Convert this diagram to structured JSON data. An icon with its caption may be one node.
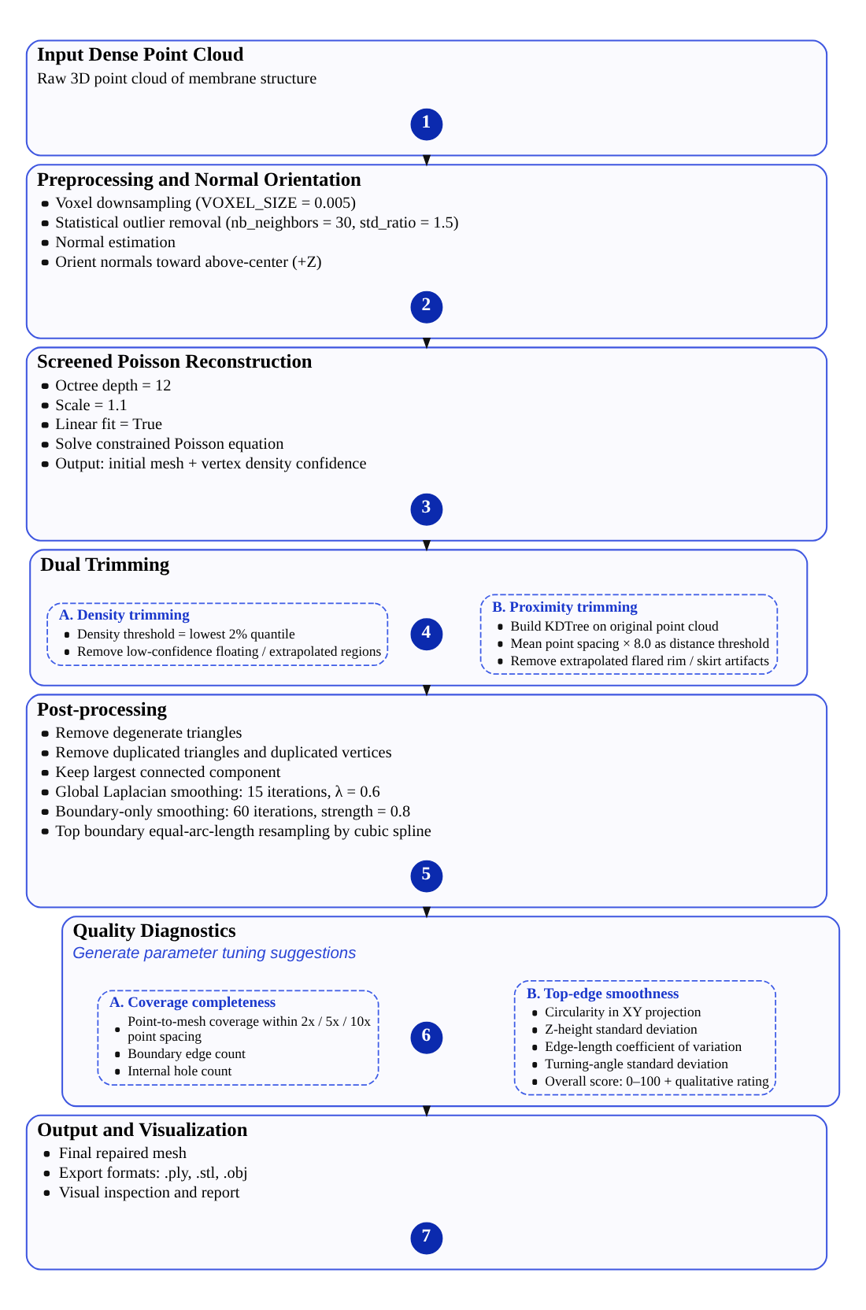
{
  "diagram": {
    "nodes": [
      {
        "text": [
          "Input Dense Point Cloud",
          "Raw 3D point cloud of membrane structure"
        ]
      },
      {
        "text": [
          "1"
        ],
        "in": 0
      },
      {
        "text": [
          "Preprocessing and Normal Orientation",
          "Voxel downsampling (VOXEL_SIZE = 0.005)",
          "Statistical outlier removal (nb_neighbors = 30, std_ratio = 1.5)",
          "Normal estimation",
          "Orient normals toward above-center (+Z)"
        ]
      },
      {
        "text": [
          "2"
        ],
        "in": 2
      },
      {
        "text": [
          "Screened Poisson Reconstruction",
          "Octree depth = 12",
          "Scale = 1.1",
          "Linear fit = True",
          "Solve constrained Poisson equation",
          "Output: initial mesh + vertex density confidence"
        ]
      },
      {
        "text": [
          "3"
        ],
        "in": 4
      },
      {
        "text": [
          "Dual Trimming"
        ]
      },
      {
        "text": [
          "4"
        ],
        "in": 6
      },
      {
        "text": [
          "A. Density trimming",
          "Density threshold = lowest 2% quantile",
          "Remove low-confidence floating / extrapolated regions"
        ],
        "in": 6
      },
      {
        "text": [
          "B. Proximity trimming",
          "Build KDTree on original point cloud",
          "Mean point spacing × 8.0 as distance threshold",
          "Remove extrapolated flared rim / skirt artifacts"
        ],
        "in": 6
      },
      {
        "text": [
          "Post-processing",
          "Remove degenerate triangles",
          "Remove duplicated triangles and duplicated vertices",
          "Keep largest connected component",
          "Global Laplacian smoothing: 15 iterations, λ = 0.6",
          "Boundary-only smoothing: 60 iterations, strength = 0.8",
          "Top boundary equal-arc-length resampling by cubic spline"
        ]
      },
      {
        "text": [
          "5"
        ],
        "in": 10
      },
      {
        "text": [
          "Quality Diagnostics",
          "Generate parameter tuning suggestions"
        ]
      },
      {
        "text": [
          "6"
        ],
        "in": 12
      },
      {
        "text": [
          "A. Coverage completeness",
          "Point-to-mesh coverage within 2x / 5x / 10x point spacing",
          "Boundary edge count",
          "Internal hole count"
        ],
        "in": 12
      },
      {
        "text": [
          "B. Top-edge smoothness",
          "Circularity in XY projection",
          "Z-height standard deviation",
          "Edge-length coefficient of variation",
          "Turning-angle standard deviation",
          "Overall score: 0–100 + qualitative rating"
        ],
        "in": 12
      },
      {
        "text": [
          "Output and Visualization",
          "Final repaired mesh",
          "Export formats: .ply, .stl, .obj",
          "Visual inspection and report"
        ]
      },
      {
        "text": [
          "7"
        ],
        "in": 16
      }
    ],
    "edges": [
      {
        "from": 0,
        "to": 2,
        "arrow": "to"
      },
      {
        "from": 2,
        "to": 4,
        "arrow": "to"
      },
      {
        "from": 4,
        "to": 6,
        "arrow": "to"
      },
      {
        "from": 6,
        "to": 10,
        "arrow": "to"
      },
      {
        "from": 10,
        "to": 12,
        "arrow": "to"
      },
      {
        "from": 12,
        "to": 16,
        "arrow": "to"
      }
    ]
  }
}
